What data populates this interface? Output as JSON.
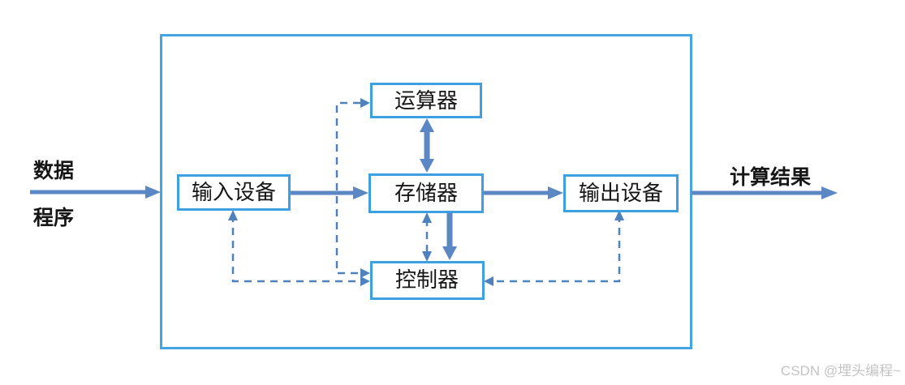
{
  "diagram": {
    "title_implicit": "computer-architecture-diagram",
    "nodes": {
      "input_device": "输入设备",
      "alu": "运算器",
      "memory": "存储器",
      "control_unit": "控制器",
      "output_device": "输出设备"
    },
    "labels": {
      "data": "数据",
      "program": "程序",
      "result": "计算结果"
    },
    "watermark": "CSDN @埋头编程~",
    "colors": {
      "box_border": "#3da0e0",
      "outer_border": "#45a4e2",
      "solid_arrow": "#5b87c5",
      "dashed_arrow": "#4f81bd",
      "label_text": "#161616",
      "watermark_text": "#c4c4c4",
      "background": "#ffffff"
    }
  }
}
